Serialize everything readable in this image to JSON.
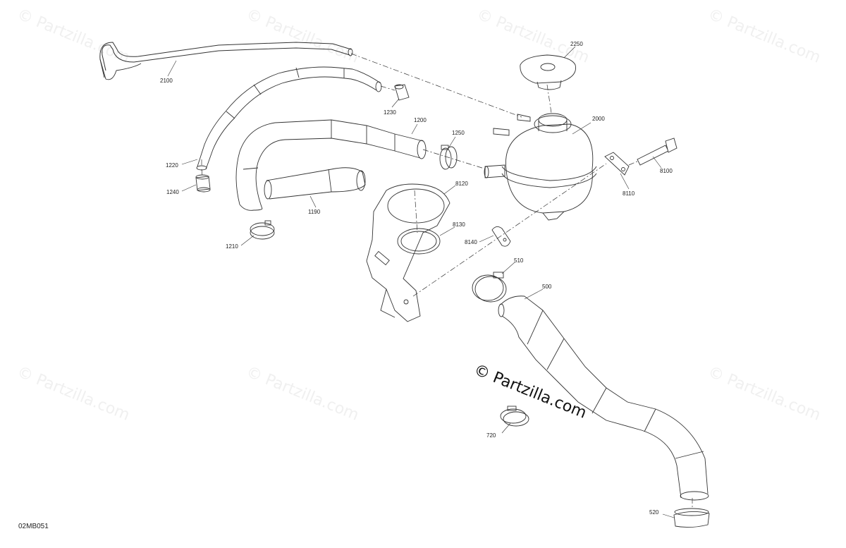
{
  "watermark": {
    "text": "© Partzilla.com",
    "main_text": "© Partzilla.com"
  },
  "figure_code": "02MB051",
  "callouts": {
    "p2250": "2250",
    "p2100": "2100",
    "p1230": "1230",
    "p1200": "1200",
    "p1250": "1250",
    "p2000": "2000",
    "p1220": "1220",
    "p1240": "1240",
    "p1190": "1190",
    "p8120": "8120",
    "p8130": "8130",
    "p8100": "8100",
    "p8110": "8110",
    "p8140": "8140",
    "p1210": "1210",
    "p510": "510",
    "p500": "500",
    "p720": "720",
    "p520": "520"
  },
  "colors": {
    "line": "#333333",
    "fill": "#ffffff",
    "shade": "#e6e6e6",
    "watermark": "#f0f0f0"
  }
}
